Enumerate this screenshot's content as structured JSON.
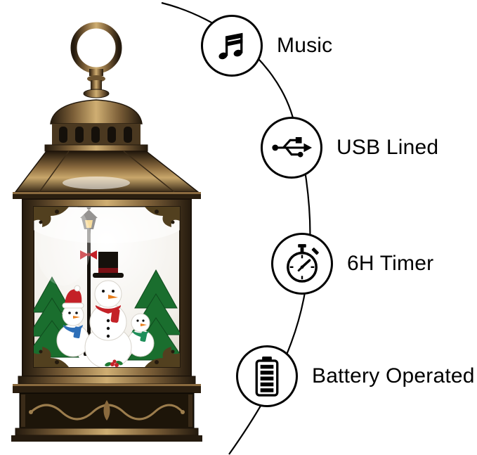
{
  "features": [
    {
      "label": "Music",
      "icon": "music-notes-icon"
    },
    {
      "label": "USB Lined",
      "icon": "usb-icon"
    },
    {
      "label": "6H Timer",
      "icon": "stopwatch-icon"
    },
    {
      "label": "Battery Operated",
      "icon": "battery-icon"
    }
  ],
  "colors": {
    "text": "#000000",
    "circle_border": "#000000",
    "circle_fill": "#ffffff",
    "connector_line": "#000000",
    "bronze_dark": "#241a0e",
    "bronze_mid": "#8a6a3e",
    "bronze_light": "#cfae72",
    "tree_green": "#1a6e2e",
    "scarf_red": "#c42127",
    "scarf_blue": "#2e6fb8",
    "scarf_green": "#1f8f5a",
    "snow_white": "#ffffff"
  }
}
